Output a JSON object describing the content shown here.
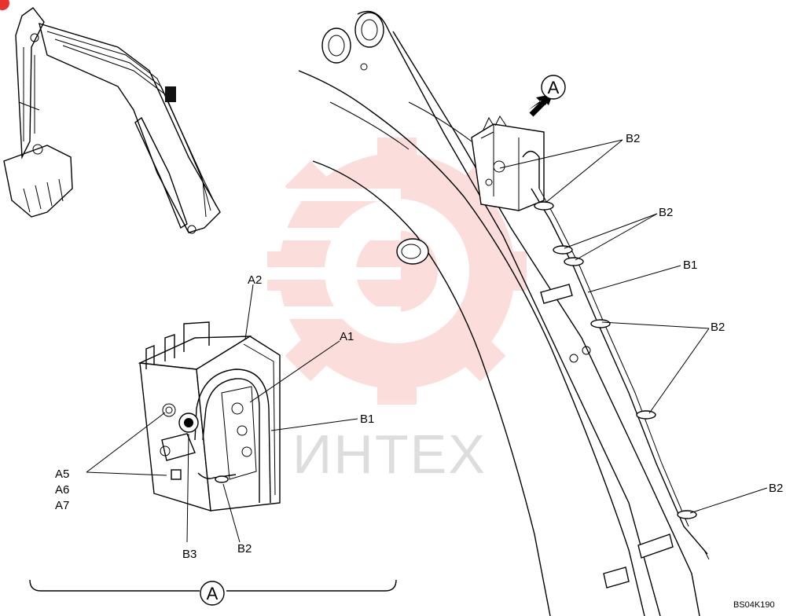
{
  "watermark": {
    "text": "ИНТЕХ",
    "color": "#e8322f"
  },
  "callouts": {
    "a1": "A1",
    "a2": "A2",
    "a5": "A5",
    "a6": "A6",
    "a7": "A7",
    "b1_detail": "B1",
    "b2_detail": "B2",
    "b3": "B3",
    "b1_main": "B1",
    "b2_main_1": "B2",
    "b2_main_2": "B2",
    "b2_main_3": "B2",
    "b2_main_4": "B2"
  },
  "view_marker": {
    "letter": "A"
  },
  "detail_view_marker": {
    "letter": "A"
  },
  "drawing_code": "BS04K190"
}
